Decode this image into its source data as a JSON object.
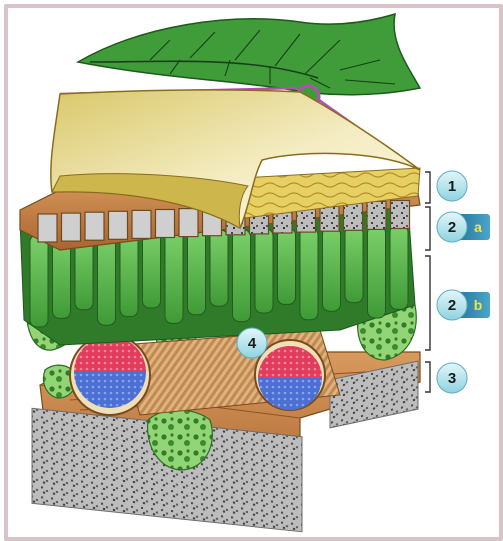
{
  "figure": {
    "labels": [
      {
        "id": "1",
        "text": "1"
      },
      {
        "id": "2a",
        "text": "2",
        "sub": "a"
      },
      {
        "id": "2b",
        "text": "2",
        "sub": "b"
      },
      {
        "id": "3",
        "text": "3"
      },
      {
        "id": "4",
        "text": "4"
      }
    ],
    "colors": {
      "frame": "#d8c3c8",
      "leaf": "#3f9c38",
      "cuticle": "#e9dc8e",
      "epidermis": "#c9834a",
      "palisade": "#59b84a",
      "spongy": "#6bc05a",
      "xylem": "#e03a5a",
      "phloem": "#4a6fd0",
      "label_bubble": "#b9e6ee",
      "tag": "#2e84a6",
      "zoom_line": "#b24fb4"
    }
  }
}
